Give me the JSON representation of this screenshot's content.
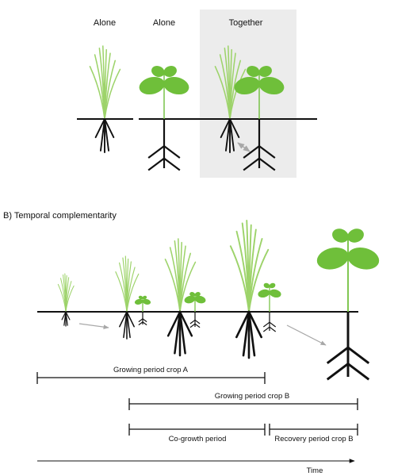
{
  "panel_a": {
    "labels": {
      "alone_1": "Alone",
      "alone_2": "Alone",
      "together": "Together"
    }
  },
  "panel_b": {
    "title": "B) Temporal complementarity",
    "periods": {
      "crop_a": "Growing  period crop A",
      "crop_b": "Growing  period crop B",
      "co_growth": "Co-growth  period",
      "recovery": "Recovery  period crop B"
    },
    "time_label": "Time"
  },
  "colors": {
    "grass": "#9dd36a",
    "leaf": "#6fbf3a",
    "root": "#111111",
    "ground": "#111111",
    "shade": "#ececec",
    "arrow_gray": "#a8a8a8"
  }
}
